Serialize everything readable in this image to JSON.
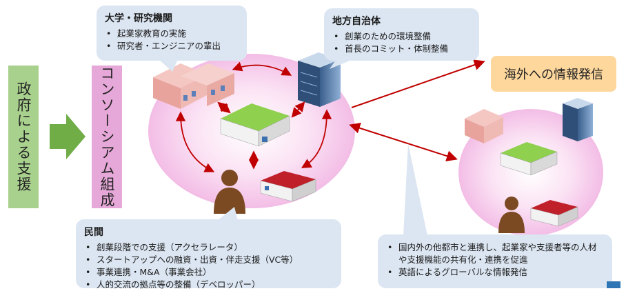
{
  "left": {
    "government_support": "政府による支援",
    "consortium": "コンソーシアム組成"
  },
  "university": {
    "title": "大学・研究機関",
    "items": [
      "起業家教育の実施",
      "研究者・エンジニアの輩出"
    ]
  },
  "local_government": {
    "title": "地方自治体",
    "items": [
      "創業のための環境整備",
      "首長のコミット・体制整備"
    ]
  },
  "private_sector": {
    "title": "民間",
    "items": [
      "創業段階での支援（アクセラレータ）",
      "スタートアップへの融資・出資・伴走支援（VC等）",
      "事業連携・M&A（事業会社）",
      "人的交流の拠点等の整備（デベロッパー）"
    ]
  },
  "overseas": {
    "label": "海外への情報発信"
  },
  "network": {
    "items": [
      "国内外の他都市と連携し、起業家や支援者等の人材や支援機能の共有化・連携を促進",
      "英語によるグローバルな情報発信"
    ]
  },
  "colors": {
    "government": "#a9d18e",
    "consortium": "#e6a8d8",
    "bubble": "#dce6f2",
    "overseas": "#fdd79c",
    "arrow_red": "#c00000",
    "arrow_green": "#70ad47",
    "ellipse_pink": "#f9d5f0"
  }
}
